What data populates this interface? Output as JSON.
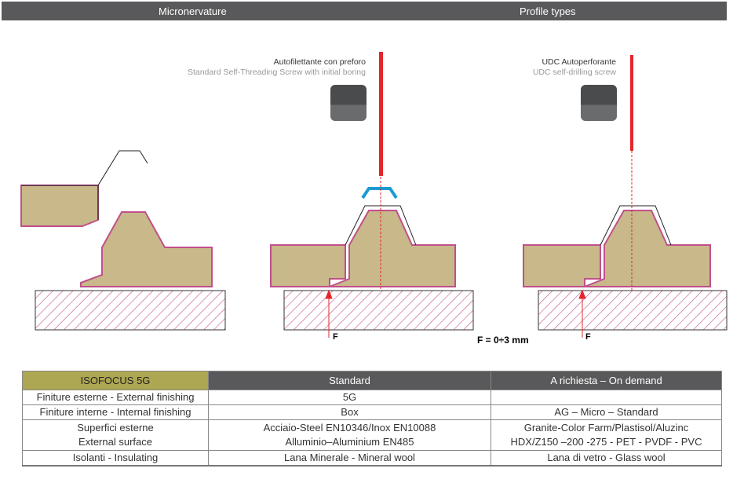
{
  "header": {
    "left_title": "Micronervature",
    "right_title": "Profile types"
  },
  "screws": [
    {
      "it": "Autofilettante con preforo",
      "en": "Standard Self-Threading Screw with initial boring",
      "icon": "drill-icon"
    },
    {
      "it": "UDC Autoperforante",
      "en": "UDC self-drilling screw",
      "icon": "no-drill-icon"
    }
  ],
  "force_label": "F",
  "tolerance": "F = 0÷3 mm",
  "colors": {
    "screw": "#e3262b",
    "insulation": "#c8b88a",
    "edge": "#c0508a",
    "header": "#59595b",
    "accent": "#ada753"
  },
  "table": {
    "headers": [
      "ISOFOCUS 5G",
      "Standard",
      "A richiesta – On demand"
    ],
    "rows": [
      [
        "Finiture esterne - External finishing",
        "5G",
        ""
      ],
      [
        "Finiture interne - Internal finishing",
        "Box",
        "AG – Micro – Standard"
      ],
      [
        [
          "Superfici esterne",
          "External surface"
        ],
        [
          "Acciaio-Steel EN10346/Inox EN10088",
          "Alluminio–Aluminium EN485"
        ],
        [
          "Granite-Color Farm/Plastisol/Aluzinc",
          "HDX/Z150 –200 -275 - PET - PVDF - PVC"
        ]
      ],
      [
        "Isolanti - Insulating",
        "Lana Minerale - Mineral wool",
        "Lana di vetro - Glass wool"
      ]
    ]
  }
}
